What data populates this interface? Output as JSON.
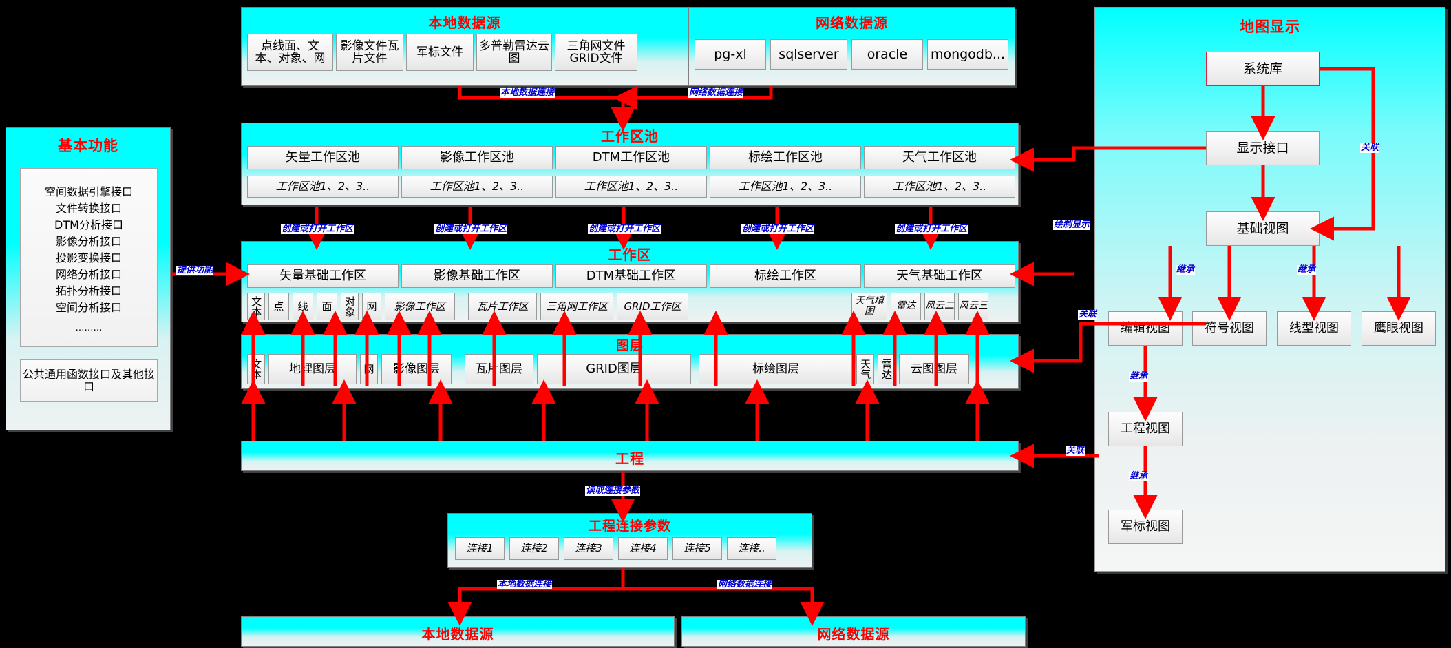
{
  "colors": {
    "title_red": "#ff0000",
    "label_blue": "#0000cd",
    "arrow_red": "#ff0000",
    "panel_cyan": "#00ffff"
  },
  "local_source": {
    "title": "本地数据源",
    "items": [
      "点线面、文本、对象、网",
      "影像文件瓦片文件",
      "军标文件",
      "多普勒雷达云图",
      "三角网文件GRID文件"
    ]
  },
  "net_source": {
    "title": "网络数据源",
    "items": [
      "pg-xl",
      "sqlserver",
      "oracle",
      "mongodb..."
    ]
  },
  "basic_func": {
    "title": "基本功能",
    "interfaces": [
      "空间数据引擎接口",
      "文件转换接口",
      "DTM分析接口",
      "影像分析接口",
      "投影变换接口",
      "网络分析接口",
      "拓扑分析接口",
      "空间分析接口",
      "………"
    ],
    "common": "公共通用函数接口及其他接口"
  },
  "pool": {
    "title": "工作区池",
    "columns": [
      "矢量工作区池",
      "影像工作区池",
      "DTM工作区池",
      "标绘工作区池",
      "天气工作区池"
    ],
    "sub": [
      "工作区池1、2、3..",
      "工作区池1、2、3..",
      "工作区池1、2、3..",
      "工作区池1、2、3..",
      "工作区池1、2、3.."
    ]
  },
  "workspace": {
    "title": "工作区",
    "columns": [
      "矢量基础工作区",
      "影像基础工作区",
      "DTM基础工作区",
      "标绘工作区",
      "天气基础工作区"
    ],
    "small": [
      "文本",
      "点",
      "线",
      "面",
      "对象",
      "网",
      "影像工作区",
      "瓦片工作区",
      "三角网工作区",
      "GRID工作区",
      "天气填图",
      "雷达",
      "风云二",
      "风云三"
    ]
  },
  "layers": {
    "title": "图层",
    "items": [
      "文本",
      "地理图层",
      "网",
      "影像图层",
      "瓦片图层",
      "GRID图层",
      "标绘图层",
      "天气",
      "雷达",
      "云图图层"
    ]
  },
  "project": {
    "title": "工程"
  },
  "conn_params": {
    "title": "工程连接参数",
    "items": [
      "连接1",
      "连接2",
      "连接3",
      "连接4",
      "连接5",
      "连接.."
    ]
  },
  "bottom_local": {
    "title": "本地数据源"
  },
  "bottom_net": {
    "title": "网络数据源"
  },
  "map_display": {
    "title": "地图显示",
    "nodes": {
      "system_lib": "系统库",
      "display_if": "显示接口",
      "base_view": "基础视图",
      "edit_view": "编辑视图",
      "symbol_view": "符号视图",
      "line_view": "线型视图",
      "eagle_view": "鹰眼视图",
      "project_view": "工程视图",
      "military_view": "军标视图"
    }
  },
  "edge_labels": {
    "local_conn": "本地数据连接",
    "net_conn": "网络数据连接",
    "create_open_ws": "创建或打开工作区",
    "provide_func": "提供功能",
    "draw_display": "绘制显示",
    "relate": "关联",
    "inherit": "继承",
    "read_conn": "读取连接参数"
  }
}
